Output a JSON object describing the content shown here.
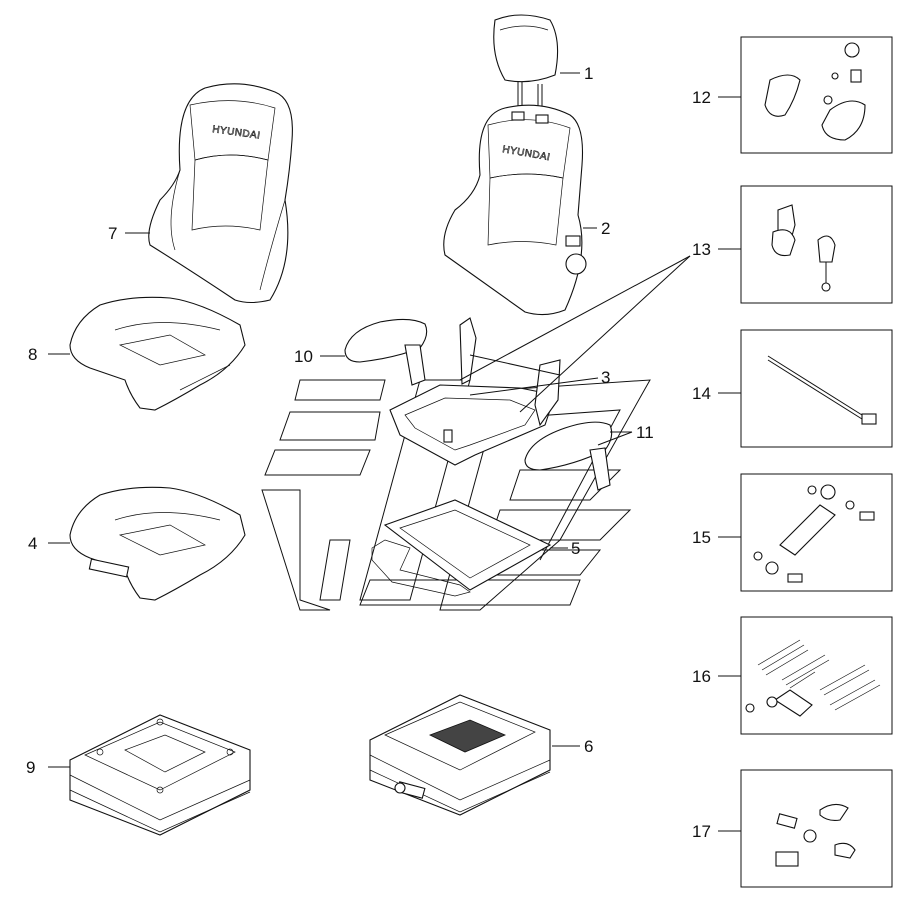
{
  "diagram": {
    "brand_text": "HYUNDAI",
    "callouts": [
      {
        "id": "1",
        "label": "1"
      },
      {
        "id": "2",
        "label": "2"
      },
      {
        "id": "3",
        "label": "3"
      },
      {
        "id": "4",
        "label": "4"
      },
      {
        "id": "5",
        "label": "5"
      },
      {
        "id": "6",
        "label": "6"
      },
      {
        "id": "7",
        "label": "7"
      },
      {
        "id": "8",
        "label": "8"
      },
      {
        "id": "9",
        "label": "9"
      },
      {
        "id": "10",
        "label": "10"
      },
      {
        "id": "11",
        "label": "11"
      },
      {
        "id": "12",
        "label": "12"
      },
      {
        "id": "13",
        "label": "13"
      },
      {
        "id": "14",
        "label": "14"
      },
      {
        "id": "15",
        "label": "15"
      },
      {
        "id": "16",
        "label": "16"
      },
      {
        "id": "17",
        "label": "17"
      }
    ]
  }
}
